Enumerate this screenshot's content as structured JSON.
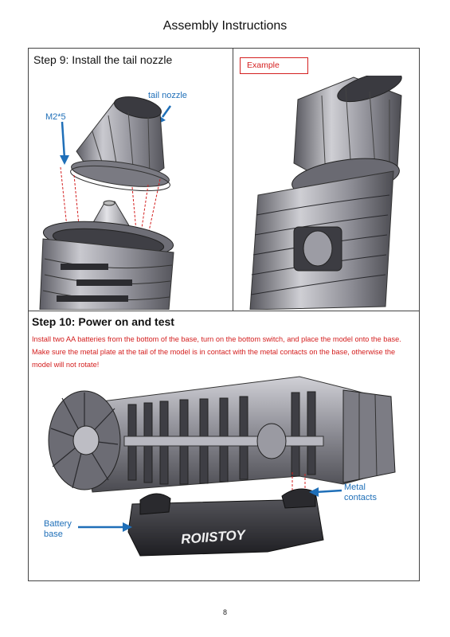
{
  "header": {
    "title": "Assembly Instructions"
  },
  "step9": {
    "title": "Step 9: Install the tail nozzle",
    "example_label": "Example",
    "callout_screw": "M2*5",
    "callout_nozzle": "tail nozzle"
  },
  "step10": {
    "title": "Step 10: Power on and test",
    "instructions": "Install two AA batteries from the bottom of the base, turn on the bottom switch, and place the model onto the base. Make sure the metal plate at the tail of the model is in contact with the metal contacts on the base, otherwise the model will not rotate!",
    "callout_contacts_line1": "Metal",
    "callout_contacts_line2": "contacts",
    "callout_battery_line1": "Battery",
    "callout_battery_line2": "base",
    "base_brand": "ROIISTOY"
  },
  "footer": {
    "page_number": "8"
  },
  "colors": {
    "callout_blue": "#1f6fb8",
    "warning_red": "#d42020",
    "metal_gray": "#8a8a90"
  }
}
